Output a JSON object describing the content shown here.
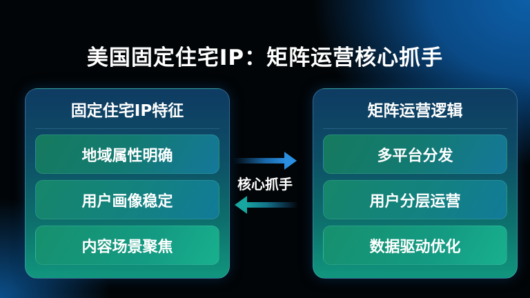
{
  "title": "美国固定住宅IP：矩阵运营核心抓手",
  "left_panel": {
    "title": "固定住宅IP特征",
    "items": [
      {
        "label": "地域属性明确"
      },
      {
        "label": "用户画像稳定"
      },
      {
        "label": "内容场景聚焦"
      }
    ]
  },
  "right_panel": {
    "title": "矩阵运营逻辑",
    "items": [
      {
        "label": "多平台分发"
      },
      {
        "label": "用户分层运营"
      },
      {
        "label": "数据驱动优化"
      }
    ]
  },
  "connector": {
    "label": "核心抓手",
    "arrows": [
      "arrow-right",
      "arrow-left"
    ]
  },
  "colors": {
    "background_dark": "#020507",
    "background_blue": "#0d5fa8",
    "panel_top": "#0e3b62",
    "panel_bottom": "#11967e",
    "arrow_blue": "#1e7fd0",
    "arrow_teal": "#17a6a0"
  }
}
